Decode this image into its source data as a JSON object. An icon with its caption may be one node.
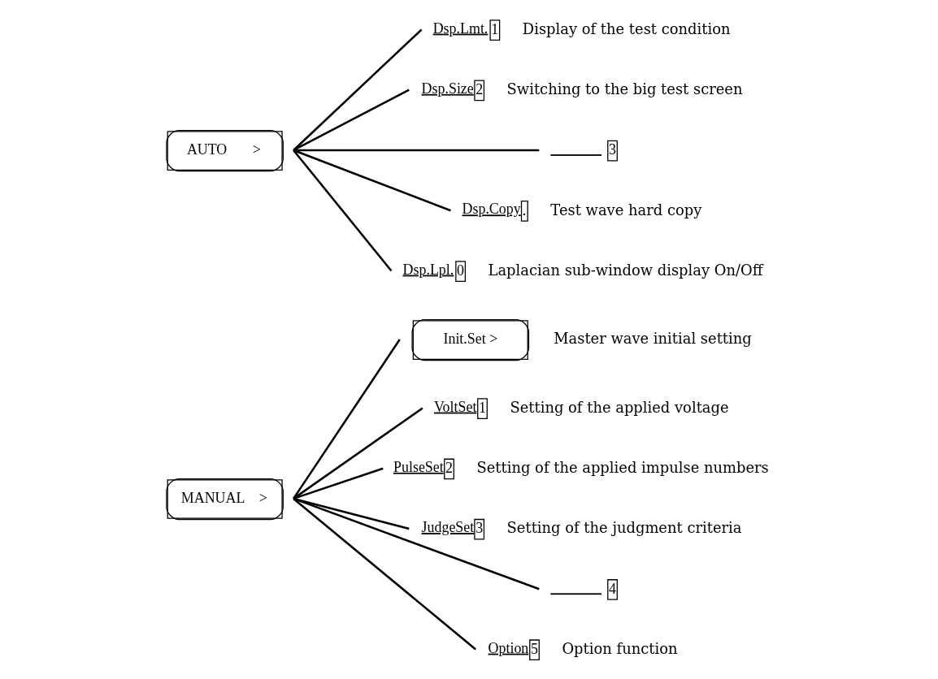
{
  "diagram": {
    "nodes": [
      {
        "text": [
          "MANUAL    >"
        ]
      },
      {
        "text": [
          "Init.Set >"
        ],
        "beside": [
          "Master wave initial setting"
        ]
      },
      {
        "text": [
          "VoltSet",
          "1"
        ],
        "beside": [
          "Setting of the applied voltage"
        ]
      },
      {
        "text": [
          "PulseSet",
          "2"
        ],
        "beside": [
          "Setting of the applied impulse numbers"
        ]
      },
      {
        "text": [
          "JudgeSet",
          "3"
        ],
        "beside": [
          "Setting of the judgment criteria"
        ]
      },
      {
        "text": [
          "4"
        ]
      },
      {
        "text": [
          "Option",
          "5"
        ],
        "beside": [
          "Option function"
        ]
      },
      {
        "text": [
          "AUTO       >"
        ]
      },
      {
        "text": [
          "Dsp.Lmt.",
          "1"
        ],
        "beside": [
          "Display of the test condition"
        ]
      },
      {
        "text": [
          "Dsp.Size",
          "2"
        ],
        "beside": [
          "Switching to the big test screen"
        ]
      },
      {
        "text": [
          "3"
        ]
      },
      {
        "text": [
          "Dsp.Copy",
          "."
        ],
        "beside": [
          "Test wave hard copy"
        ]
      },
      {
        "text": [
          "Dsp.Lpl.",
          "0"
        ],
        "beside": [
          "Laplacian sub-window display On/Off"
        ]
      }
    ],
    "edges": [
      {
        "from": 0,
        "to": 1,
        "arrow": "none"
      },
      {
        "from": 0,
        "to": 2,
        "arrow": "none"
      },
      {
        "from": 0,
        "to": 3,
        "arrow": "none"
      },
      {
        "from": 0,
        "to": 4,
        "arrow": "none"
      },
      {
        "from": 0,
        "to": 5,
        "arrow": "none"
      },
      {
        "from": 0,
        "to": 6,
        "arrow": "none"
      },
      {
        "from": 7,
        "to": 8,
        "arrow": "none"
      },
      {
        "from": 7,
        "to": 9,
        "arrow": "none"
      },
      {
        "from": 7,
        "to": 10,
        "arrow": "none"
      },
      {
        "from": 7,
        "to": 11,
        "arrow": "none"
      },
      {
        "from": 7,
        "to": 12,
        "arrow": "none"
      }
    ]
  }
}
